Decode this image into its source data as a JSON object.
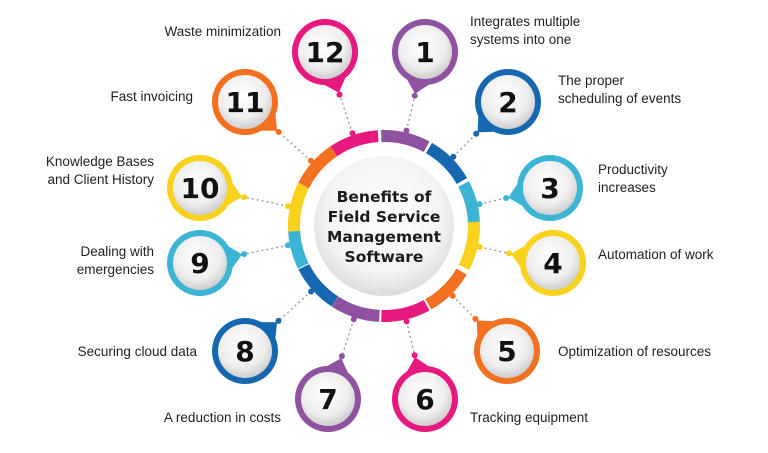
{
  "center": {
    "lines": [
      "Benefits of",
      "Field Service",
      "Management",
      "Software"
    ]
  },
  "colors": {
    "pink": "#e6197f",
    "purple": "#8e52a1",
    "blue": "#1567b0",
    "cyan": "#3cb4d6",
    "yellow": "#f9d21d",
    "orange": "#f47021",
    "dot": "#999999"
  },
  "items": [
    {
      "number": "1",
      "label": "Integrates multiple\nsystems into one",
      "color": "#8e52a1"
    },
    {
      "number": "2",
      "label": "The proper\nscheduling of events",
      "color": "#1567b0"
    },
    {
      "number": "3",
      "label": "Productivity\nincreases",
      "color": "#3cb4d6"
    },
    {
      "number": "4",
      "label": "Automation of work",
      "color": "#f9d21d"
    },
    {
      "number": "5",
      "label": "Optimization of resources",
      "color": "#f47021"
    },
    {
      "number": "6",
      "label": "Tracking equipment",
      "color": "#e6197f"
    },
    {
      "number": "7",
      "label": "A reduction in costs",
      "color": "#8e52a1"
    },
    {
      "number": "8",
      "label": "Securing cloud data",
      "color": "#1567b0"
    },
    {
      "number": "9",
      "label": "Dealing with\nemergencies",
      "color": "#3cb4d6"
    },
    {
      "number": "10",
      "label": "Knowledge Bases\nand Client History",
      "color": "#f9d21d"
    },
    {
      "number": "11",
      "label": "Fast invoicing",
      "color": "#f47021"
    },
    {
      "number": "12",
      "label": "Waste minimization",
      "color": "#e6197f"
    }
  ]
}
